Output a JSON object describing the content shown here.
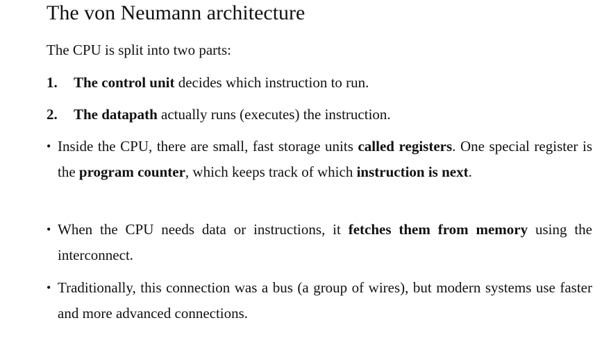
{
  "title": "The von Neumann architecture",
  "intro": "The CPU is split into two parts:",
  "numbered": [
    {
      "num": "1.",
      "bold": "The control unit",
      "rest": " decides which instruction to run."
    },
    {
      "num": "2.",
      "bold": "The datapath",
      "rest": " actually runs (executes) the instruction."
    }
  ],
  "bullets": [
    {
      "symbol": "•",
      "parts": [
        {
          "t": "Inside the CPU, there are small, fast storage units "
        },
        {
          "b": "called registers"
        },
        {
          "t": ". One special register is the "
        },
        {
          "b": "program counter"
        },
        {
          "t": ", which keeps track of which "
        },
        {
          "b": "instruction is next"
        },
        {
          "t": "."
        }
      ]
    },
    {
      "symbol": "•",
      "parts": [
        {
          "t": "When the CPU needs data or instructions, it "
        },
        {
          "b": "fetches them from memory"
        },
        {
          "t": " using the interconnect."
        }
      ]
    },
    {
      "symbol": "•",
      "parts": [
        {
          "t": "Traditionally, this connection was a bus (a group of wires), but modern systems use faster and more advanced connections."
        }
      ]
    }
  ]
}
